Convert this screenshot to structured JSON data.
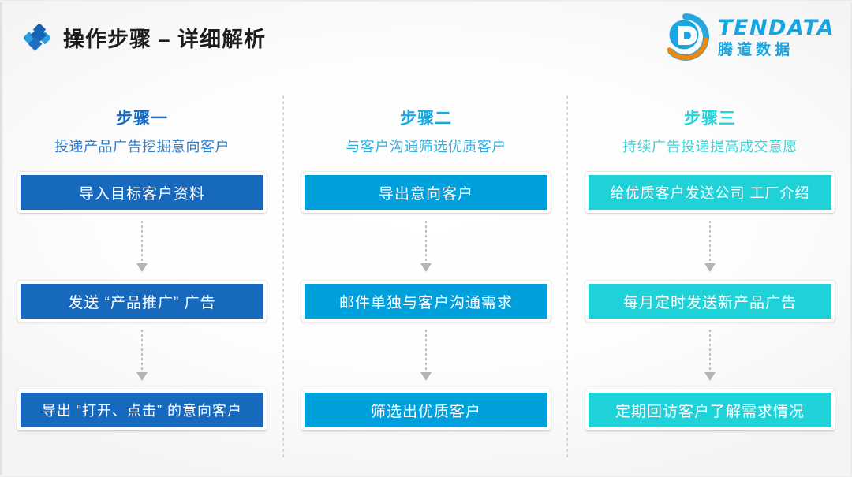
{
  "header": {
    "title": "操作步骤 – 详细解析",
    "diamond_icon": "diamond-cluster-icon",
    "logo": {
      "mark": "tendata-circle-d-logo",
      "en": "TENDATA",
      "cn": "腾道数据"
    }
  },
  "columns": [
    {
      "step_label": "步骤一",
      "step_desc": "投递产品广告挖掘意向客户",
      "accent": "#1769be",
      "header_color": "#1769be",
      "boxes": [
        "导入目标客户资料",
        "发送 “产品推广” 广告",
        "导出 “打开、点击” 的意向客户"
      ]
    },
    {
      "step_label": "步骤二",
      "step_desc": "与客户沟通筛选优质客户",
      "accent": "#00a0dd",
      "header_color": "#1aa7e0",
      "boxes": [
        "导出意向客户",
        "邮件单独与客户沟通需求",
        "筛选出优质客户"
      ]
    },
    {
      "step_label": "步骤三",
      "step_desc": "持续广告投递提高成交意愿",
      "accent": "#1ed2d8",
      "header_color": "#2ad2d8",
      "boxes": [
        "给优质客户发送公司 工厂介绍",
        "每月定时发送新产品广告",
        "定期回访客户了解需求情况"
      ]
    }
  ],
  "connectors": {
    "icon": "down-arrow-icon"
  },
  "colors": {
    "dark_blue": "#1769be",
    "mid_blue": "#00a0dd",
    "cyan": "#1ed2d8",
    "logo_blue": "#15a5e0",
    "logo_orange": "#f0860c",
    "title_black": "#1d1d1d"
  }
}
